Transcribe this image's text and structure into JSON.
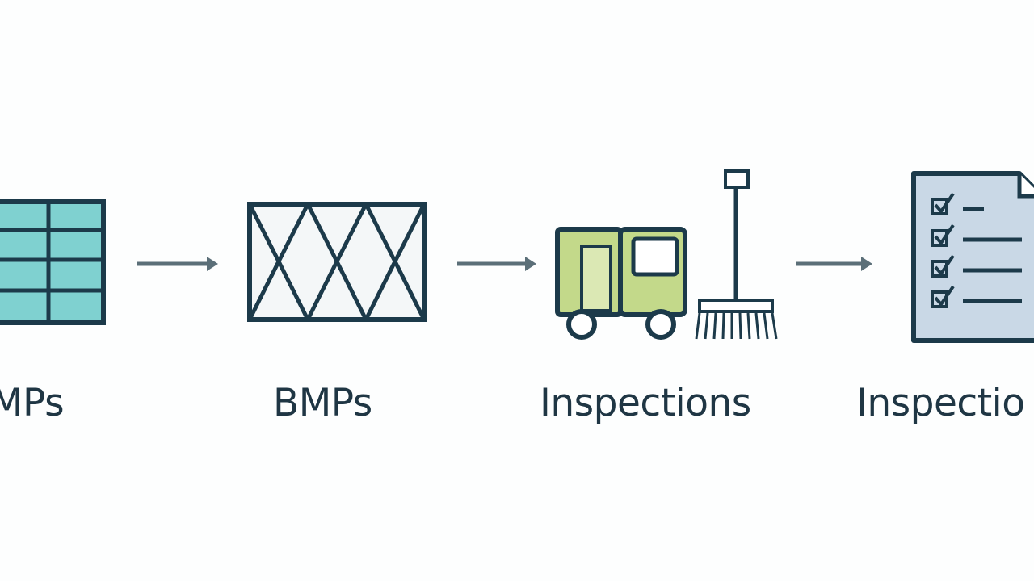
{
  "steps": [
    {
      "label": "MPs",
      "icon": "grid-panel-icon"
    },
    {
      "label": "BMPs",
      "icon": "mesh-filter-icon"
    },
    {
      "label": "Inspections",
      "icon": "truck-and-broom-icon"
    },
    {
      "label": "Inspectio",
      "icon": "checklist-document-icon"
    }
  ],
  "arrows": [
    "arrow-right-icon",
    "arrow-right-icon",
    "arrow-right-icon"
  ],
  "colors": {
    "stroke": "#1c3a4a",
    "grid_fill": "#7fd1d0",
    "truck_fill": "#c3d98a",
    "document_fill": "#c9d8e6",
    "arrow": "#5b6f78",
    "background": "#fdfefe"
  }
}
